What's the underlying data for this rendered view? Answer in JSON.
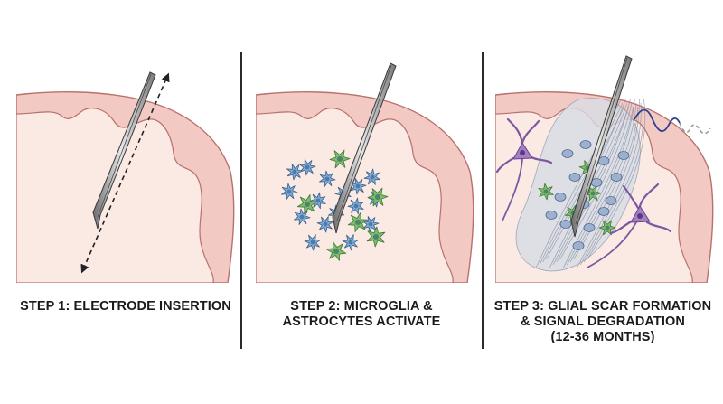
{
  "panels": [
    {
      "id": "step1",
      "caption_lines": [
        "STEP 1: ELECTRODE INSERTION"
      ]
    },
    {
      "id": "step2",
      "caption_lines": [
        "STEP 2: MICROGLIA &",
        "ASTROCYTES ACTIVATE"
      ]
    },
    {
      "id": "step3",
      "caption_lines": [
        "STEP 3: GLIAL SCAR FORMATION",
        "& SIGNAL DEGRADATION",
        "(12-36 MONTHS)"
      ]
    }
  ],
  "colors": {
    "cortex": "#f3c9c4",
    "white_matter": "#fbe9e4",
    "outline": "#b8716c",
    "microglia": "#7fb0dc",
    "astrocyte": "#7cbf6a",
    "neuron": "#a57fc4",
    "scar": "#9db1cf",
    "electrode": "#8a8a8a",
    "signal": "#2f3f8f"
  }
}
